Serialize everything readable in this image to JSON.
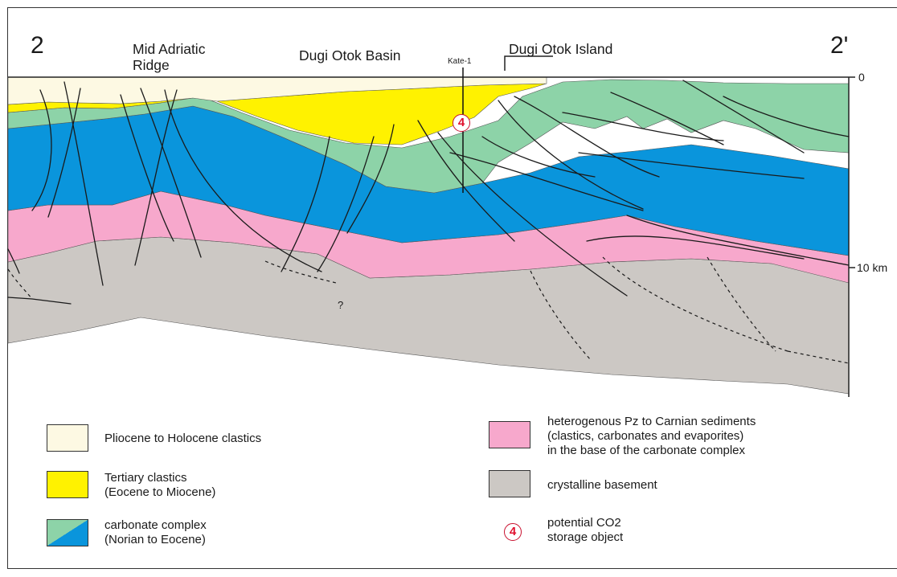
{
  "header": {
    "left_marker": "2",
    "right_marker": "2'",
    "mid_adriatic": "Mid Adriatic\nRidge",
    "basin": "Dugi Otok Basin",
    "island": "Dugi Otok Island",
    "well": "Kate-1"
  },
  "depth": {
    "zero": "0",
    "ten": "10 km"
  },
  "question_mark": "?",
  "storage_number": "4",
  "legend": {
    "pliocene": "Pliocene to Holocene clastics",
    "tertiary": "Tertiary clastics\n(Eocene to Miocene)",
    "carbonate": "carbonate complex\n(Norian to Eocene)",
    "pz": "heterogenous Pz to Carnian sediments\n(clastics, carbonates and evaporites)\nin the base of the carbonate complex",
    "basement": "crystalline basement",
    "storage": "potential CO2\nstorage object"
  },
  "colors": {
    "pliocene": "#fdf9e3",
    "tertiary": "#fff200",
    "carbonate_green": "#8dd3a8",
    "carbonate_blue": "#0a95dc",
    "pz": "#f7a8cc",
    "basement": "#ccc8c4",
    "storage_red": "#e0102e"
  }
}
